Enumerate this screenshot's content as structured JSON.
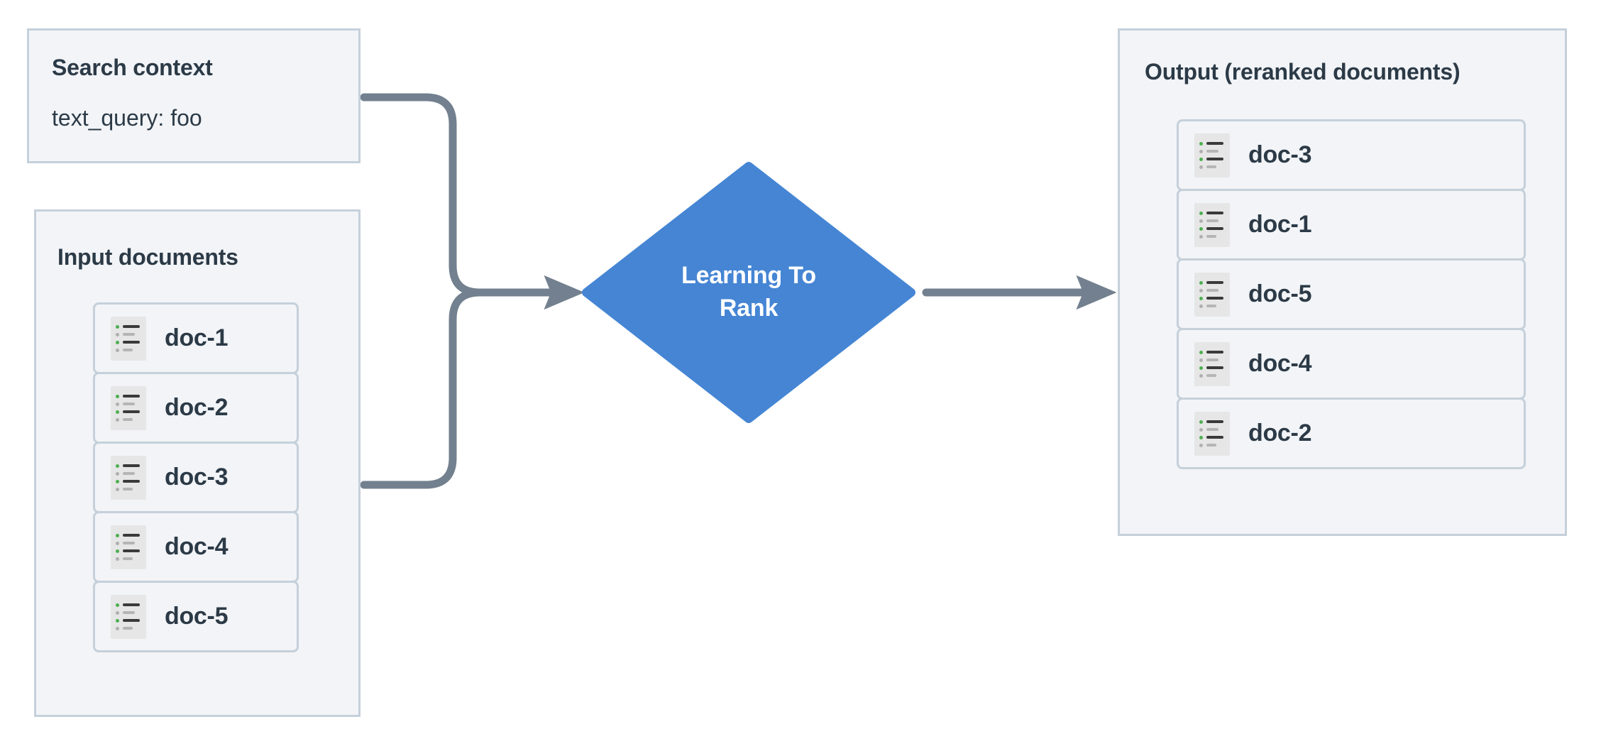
{
  "diagram": {
    "title": "Learning To Rank reranking flow",
    "background": "#ffffff",
    "colors": {
      "panel_fill": "#F2F4F7",
      "panel_border": "#C5D0DA",
      "text": "#2C3A47",
      "node_blue": "#4585D4",
      "connector": "#72808F",
      "icon_fill": "#E6E6E6",
      "icon_bullet_green": "#4CAF50",
      "icon_bullet_grey": "#AFAFAF"
    }
  },
  "search_context": {
    "title": "Search context",
    "fields": [
      {
        "label": "text_query",
        "value": "foo",
        "display": "text_query: foo"
      }
    ]
  },
  "input_documents": {
    "title": "Input documents",
    "docs": [
      {
        "label": "doc-1",
        "icon": "document-list-icon"
      },
      {
        "label": "doc-2",
        "icon": "document-list-icon"
      },
      {
        "label": "doc-3",
        "icon": "document-list-icon"
      },
      {
        "label": "doc-4",
        "icon": "document-list-icon"
      },
      {
        "label": "doc-5",
        "icon": "document-list-icon"
      }
    ]
  },
  "process_node": {
    "label_line1": "Learning To",
    "label_line2": "Rank",
    "shape": "diamond",
    "fill": "#4585D4"
  },
  "output": {
    "title": "Output (reranked documents)",
    "docs": [
      {
        "label": "doc-3",
        "icon": "document-list-icon"
      },
      {
        "label": "doc-1",
        "icon": "document-list-icon"
      },
      {
        "label": "doc-5",
        "icon": "document-list-icon"
      },
      {
        "label": "doc-4",
        "icon": "document-list-icon"
      },
      {
        "label": "doc-2",
        "icon": "document-list-icon"
      }
    ]
  },
  "connectors": [
    {
      "name": "search-context-to-ltr",
      "from": "search_context",
      "to": "process_node",
      "style": "elbow-arrow"
    },
    {
      "name": "input-documents-to-ltr",
      "from": "input_documents",
      "to": "process_node",
      "style": "elbow-arrow"
    },
    {
      "name": "ltr-to-output",
      "from": "process_node",
      "to": "output",
      "style": "straight-arrow"
    }
  ]
}
